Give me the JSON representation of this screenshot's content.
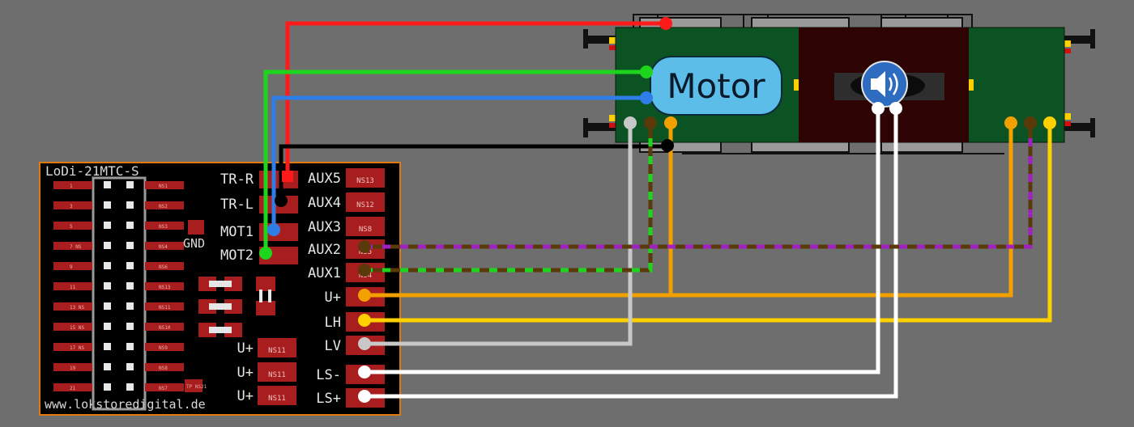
{
  "colors": {
    "background": "#6e6e6e",
    "board": "#000000",
    "board_border": "#e07a10",
    "pad": "#a81e1e",
    "locomotive_green": "#0b5323",
    "locomotive_dark": "#2d0303",
    "motor_fill": "#5bbde8",
    "wire_red": "#ff1a1a",
    "wire_black": "#000000",
    "wire_green": "#1ed51e",
    "wire_blue": "#2f7ee8",
    "wire_orange": "#f2a000",
    "wire_yellow": "#ffd000",
    "wire_grey": "#c8c8c8",
    "wire_white": "#ffffff",
    "wire_brown": "#5a3a0a",
    "wire_purple": "#a020c0"
  },
  "board": {
    "title": "LoDi-21MTC-S",
    "url": "www.lokstoredigital.de",
    "gnd_label": "GND",
    "left_labels": [
      "TR-R",
      "TR-L",
      "MOT1",
      "MOT2"
    ],
    "right_labels": [
      "AUX5",
      "AUX4",
      "AUX3",
      "AUX2",
      "AUX1",
      "U+",
      "LH",
      "LV",
      "LS-",
      "LS+"
    ],
    "bottom_labels": [
      "U+",
      "U+",
      "U+"
    ],
    "pad_texts": [
      "NS13",
      "NS12",
      "NS8",
      "NS5",
      "NS4",
      "NS11",
      "NS11",
      "NS11"
    ],
    "left_pad_numbers": [
      "1",
      "3",
      "5",
      "7 NS",
      "9",
      "11",
      "13 NS",
      "15 NS",
      "17 NS",
      "19",
      "21"
    ],
    "right_pad_texts": [
      "NS1",
      "NS2",
      "NS3",
      "NS4",
      "NS6",
      "NS13",
      "NS11",
      "NS10",
      "NS9",
      "NS8",
      "NS7"
    ],
    "tp_label": "TP NS21"
  },
  "loco": {
    "motor_label": "Motor",
    "speaker_icon": "speaker-icon"
  }
}
